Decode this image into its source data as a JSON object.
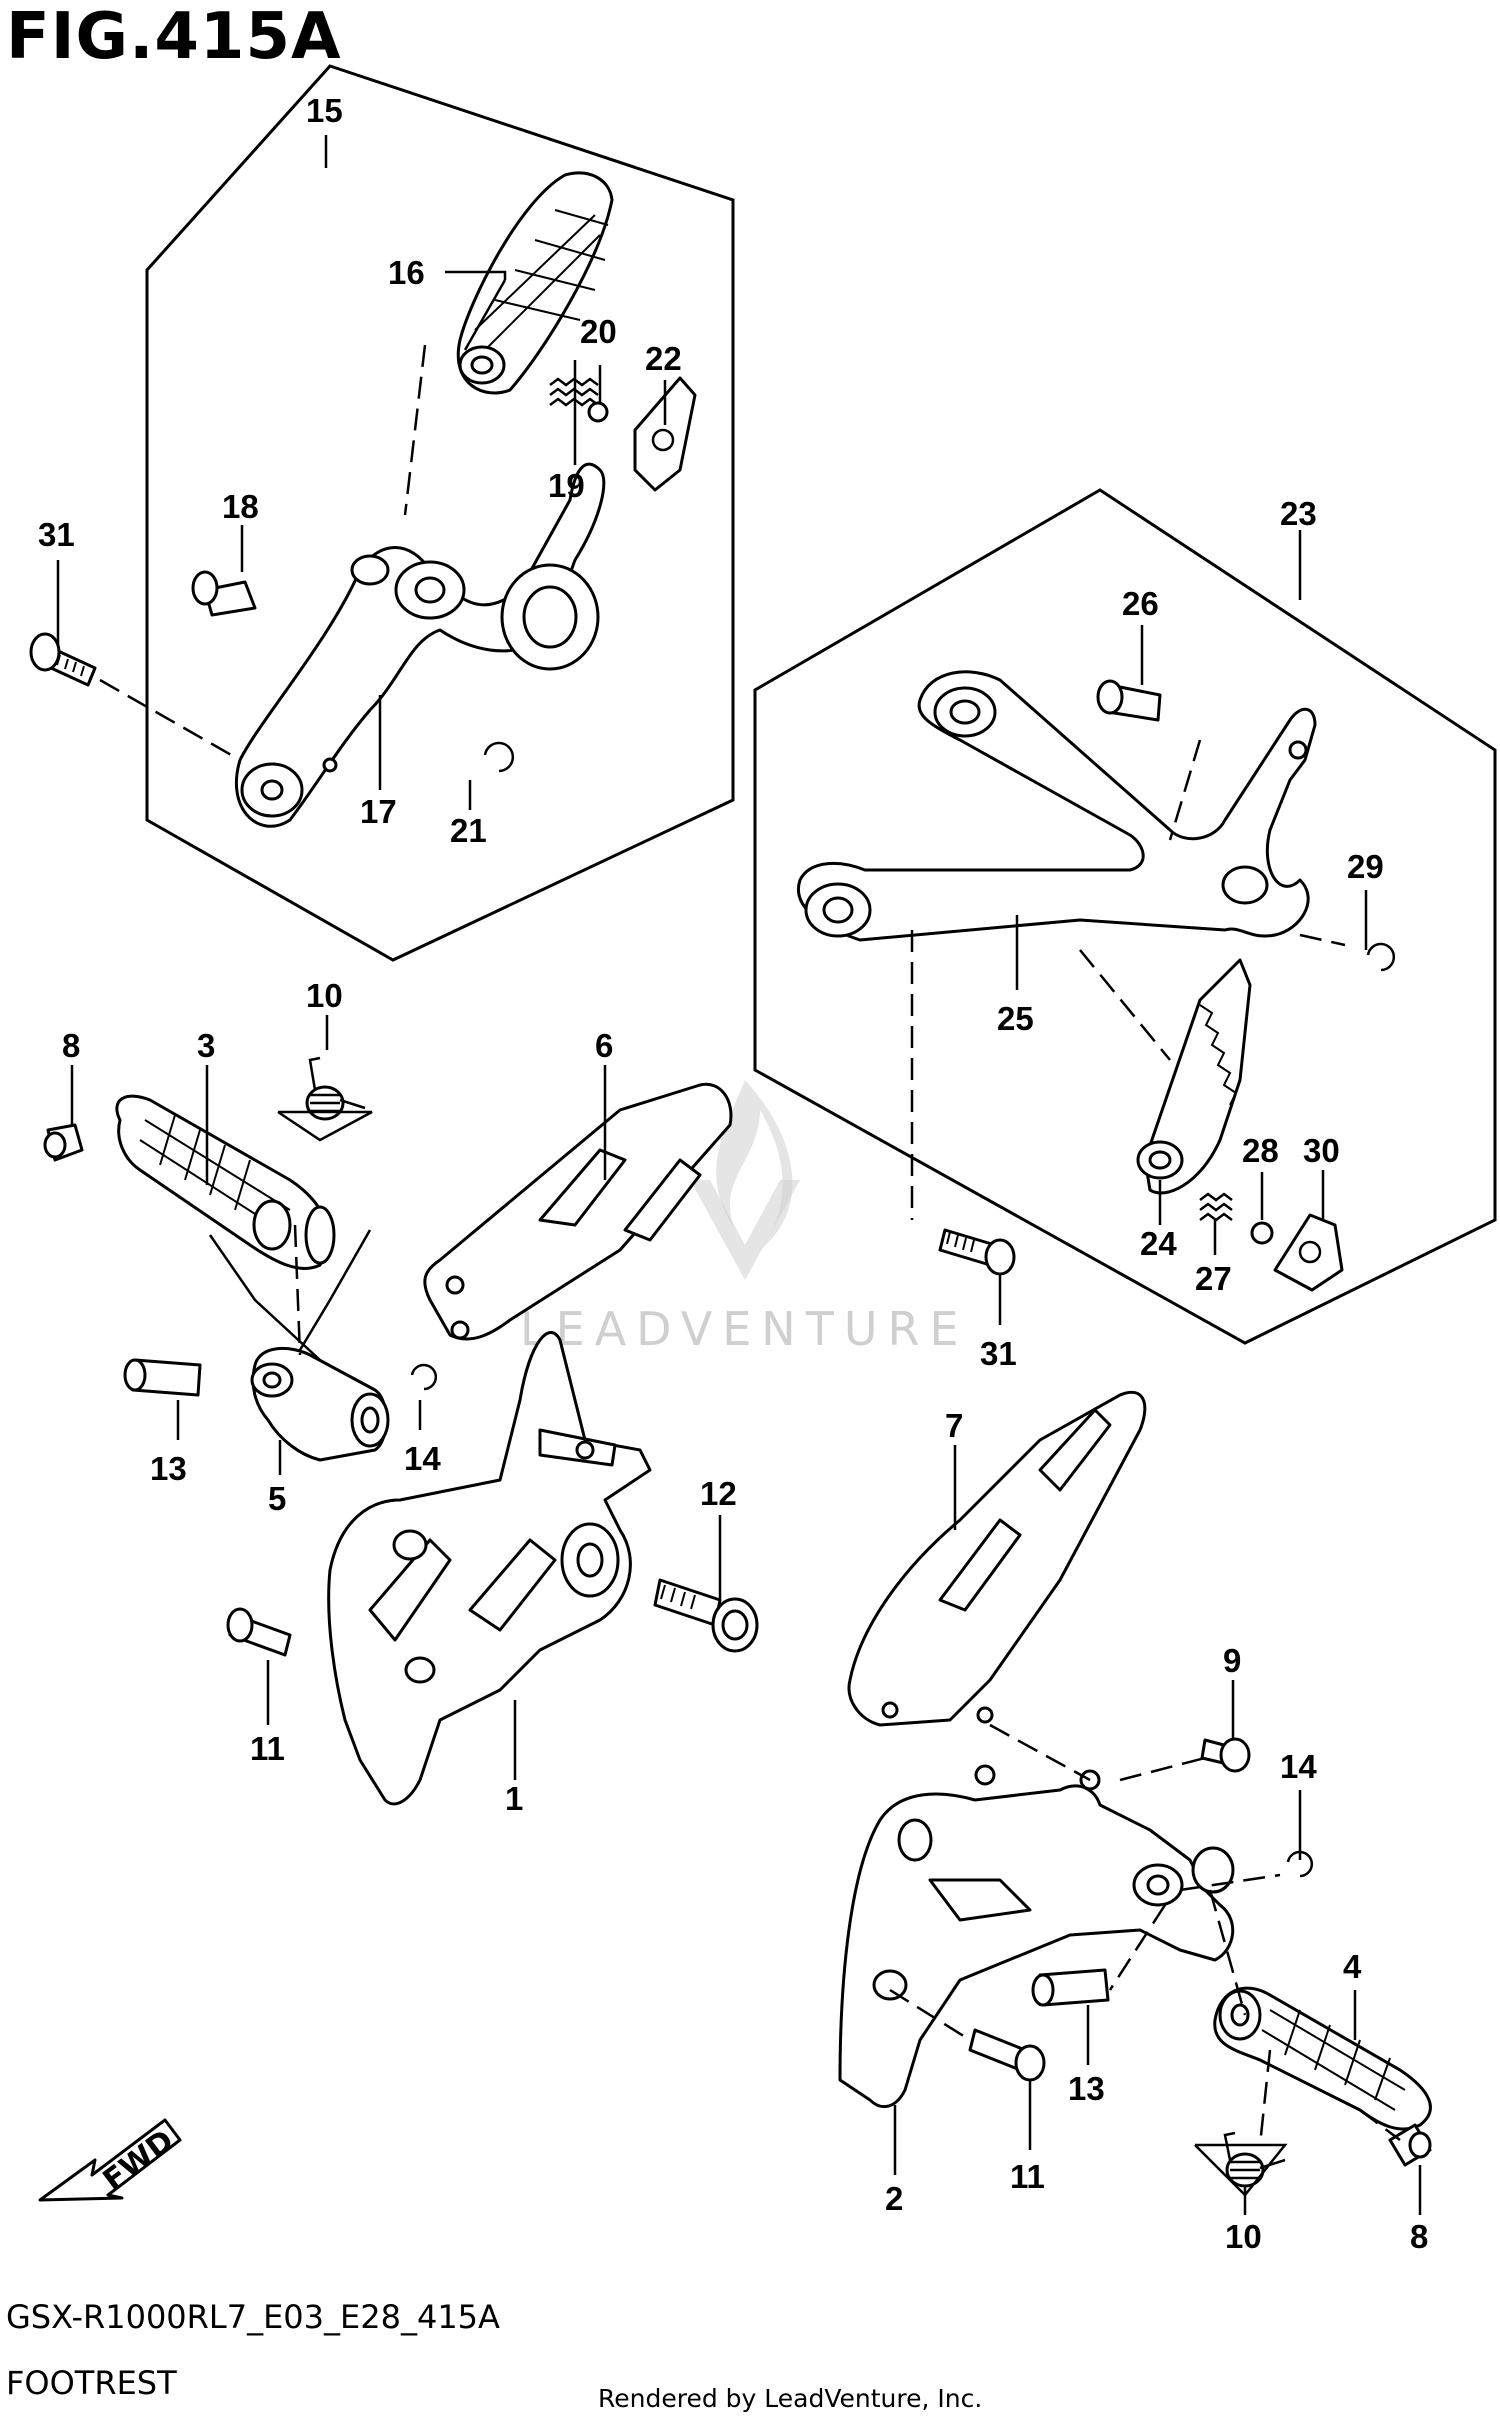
{
  "figure": {
    "title": "FIG.415A",
    "code": "GSX-R1000RL7_E03_E28_415A",
    "name": "FOOTREST",
    "credit": "Rendered by LeadVenture, Inc.",
    "watermark": "LEADVENTURE",
    "direction_label": "FWD"
  },
  "callouts": [
    {
      "id": "c15",
      "text": "15"
    },
    {
      "id": "c16",
      "text": "16"
    },
    {
      "id": "c20",
      "text": "20"
    },
    {
      "id": "c22",
      "text": "22"
    },
    {
      "id": "c19",
      "text": "19"
    },
    {
      "id": "c18",
      "text": "18"
    },
    {
      "id": "c31a",
      "text": "31"
    },
    {
      "id": "c17",
      "text": "17"
    },
    {
      "id": "c21",
      "text": "21"
    },
    {
      "id": "c23",
      "text": "23"
    },
    {
      "id": "c26",
      "text": "26"
    },
    {
      "id": "c29",
      "text": "29"
    },
    {
      "id": "c25",
      "text": "25"
    },
    {
      "id": "c28",
      "text": "28"
    },
    {
      "id": "c30",
      "text": "30"
    },
    {
      "id": "c24",
      "text": "24"
    },
    {
      "id": "c27",
      "text": "27"
    },
    {
      "id": "c31b",
      "text": "31"
    },
    {
      "id": "c10a",
      "text": "10"
    },
    {
      "id": "c8a",
      "text": "8"
    },
    {
      "id": "c3",
      "text": "3"
    },
    {
      "id": "c6",
      "text": "6"
    },
    {
      "id": "c13a",
      "text": "13"
    },
    {
      "id": "c14a",
      "text": "14"
    },
    {
      "id": "c5",
      "text": "5"
    },
    {
      "id": "c12",
      "text": "12"
    },
    {
      "id": "c7",
      "text": "7"
    },
    {
      "id": "c11a",
      "text": "11"
    },
    {
      "id": "c1",
      "text": "1"
    },
    {
      "id": "c9",
      "text": "9"
    },
    {
      "id": "c14b",
      "text": "14"
    },
    {
      "id": "c4",
      "text": "4"
    },
    {
      "id": "c13b",
      "text": "13"
    },
    {
      "id": "c11b",
      "text": "11"
    },
    {
      "id": "c2",
      "text": "2"
    },
    {
      "id": "c10b",
      "text": "10"
    },
    {
      "id": "c8b",
      "text": "8"
    }
  ]
}
